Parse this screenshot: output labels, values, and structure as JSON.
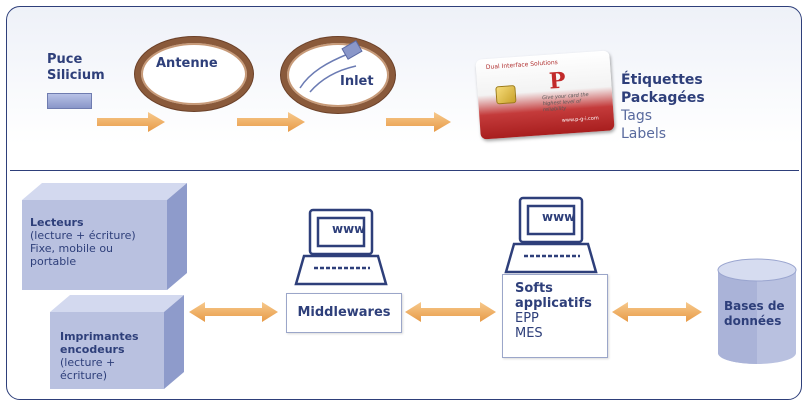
{
  "colors": {
    "frame": "#2e3f7a",
    "label": "#2e3f7a",
    "label_soft": "#596a9e",
    "arrow": "#f0b269",
    "box_face": "#b9c1e0",
    "ring": "#8a5a3b"
  },
  "top_row": {
    "chip_label_line1": "Puce",
    "chip_label_line2": "Silicium",
    "antenna_label": "Antenne",
    "inlet_label": "Inlet",
    "card": {
      "title": "Dual Interface Solutions",
      "logo": "P",
      "tagline": "Give your card the highest level of reliability",
      "url": "www.p-g-i.com"
    },
    "labels_bold_1": "Étiquettes",
    "labels_bold_2": "Packagées",
    "labels_soft_1": "Tags",
    "labels_soft_2": "Labels"
  },
  "bottom_row": {
    "readers": {
      "title": "Lecteurs",
      "line1": "(lecture + écriture)",
      "line2": "Fixe, mobile ou",
      "line3": "portable"
    },
    "printers": {
      "title1": "Imprimantes",
      "title2": "encodeurs",
      "line1": "(lecture +",
      "line2": "écriture)"
    },
    "computer_screen_text": "www",
    "middlewares": "Middlewares",
    "softs": {
      "title1": "Softs",
      "title2": "applicatifs",
      "line1": "EPP",
      "line2": "MES"
    },
    "database": {
      "title1": "Bases de",
      "title2": "données"
    }
  }
}
